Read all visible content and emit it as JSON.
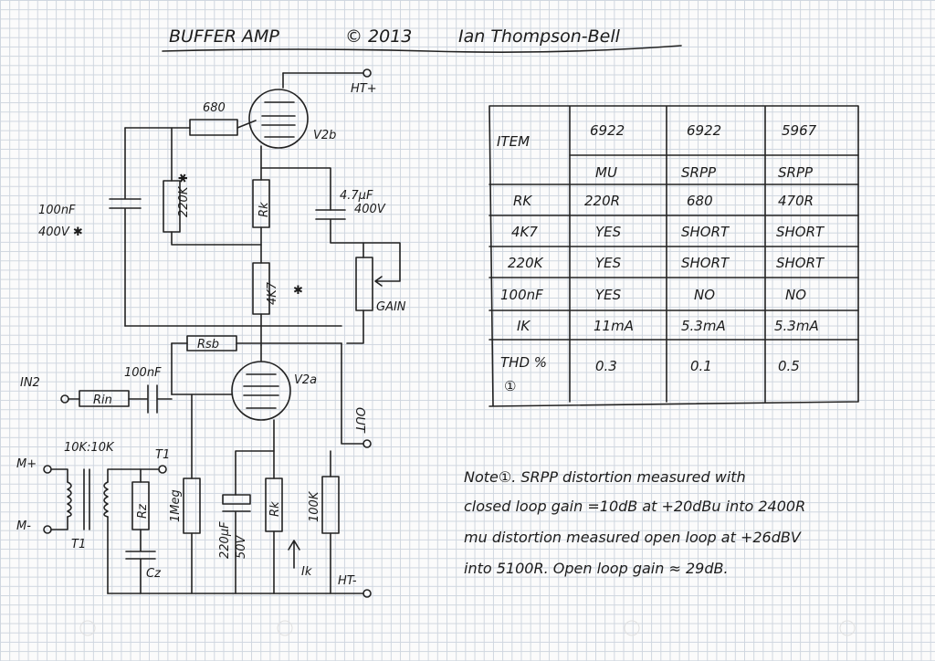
{
  "title": {
    "name": "BUFFER AMP",
    "copyright": "© 2013",
    "author": "Ian Thompson-Bell"
  },
  "schematic": {
    "labels": {
      "ht_plus": "HT+",
      "ht_minus": "HT-",
      "r_680": "680",
      "v2b": "V2b",
      "v2a": "V2a",
      "cap_100nf_400v_a": "100nF",
      "cap_100nf_400v_b": "400V ✱",
      "r_220k": "220K ✱",
      "rk_top": "Rk",
      "cap_47uf_a": "4.7µF",
      "cap_47uf_b": "400V",
      "r_4k7": "4K7",
      "star": "✱",
      "gain": "GAIN",
      "rsb": "Rsb",
      "in2": "IN2",
      "rin": "Rin",
      "cap_100nf_in": "100nF",
      "ratio": "10K:10K",
      "m_plus": "M+",
      "m_minus": "M-",
      "t1_a": "T1",
      "t1_b": "T1",
      "rz": "Rz",
      "cz": "Cz",
      "r_1meg": "1Meg",
      "cap_220u_a": "220µF",
      "cap_220u_b": "50V",
      "rk_bottom": "Rk",
      "ik": "Ik",
      "r_100k": "100K",
      "out": "OUT"
    }
  },
  "table": {
    "header_label": "ITEM",
    "columns": [
      "6922",
      "6922",
      "5967"
    ],
    "rows": [
      {
        "label": "",
        "values": [
          "MU",
          "SRPP",
          "SRPP"
        ]
      },
      {
        "label": "RK",
        "values": [
          "220R",
          "680",
          "470R"
        ]
      },
      {
        "label": "4K7",
        "values": [
          "YES",
          "SHORT",
          "SHORT"
        ]
      },
      {
        "label": "220K",
        "values": [
          "YES",
          "SHORT",
          "SHORT"
        ]
      },
      {
        "label": "100nF",
        "values": [
          "YES",
          "NO",
          "NO"
        ]
      },
      {
        "label": "IK",
        "values": [
          "11mA",
          "5.3mA",
          "5.3mA"
        ]
      },
      {
        "label": "THD %",
        "values": [
          "0.3",
          "0.1",
          "0.5"
        ]
      }
    ],
    "thd_note_marker": "①"
  },
  "note": {
    "line1": "Note①. SRPP distortion measured with",
    "line2": "closed loop gain =10dB at +20dBu into 2400R",
    "line3": "mu distortion measured open loop at +26dBV",
    "line4": "into 5100R. Open loop gain ≈ 29dB."
  }
}
